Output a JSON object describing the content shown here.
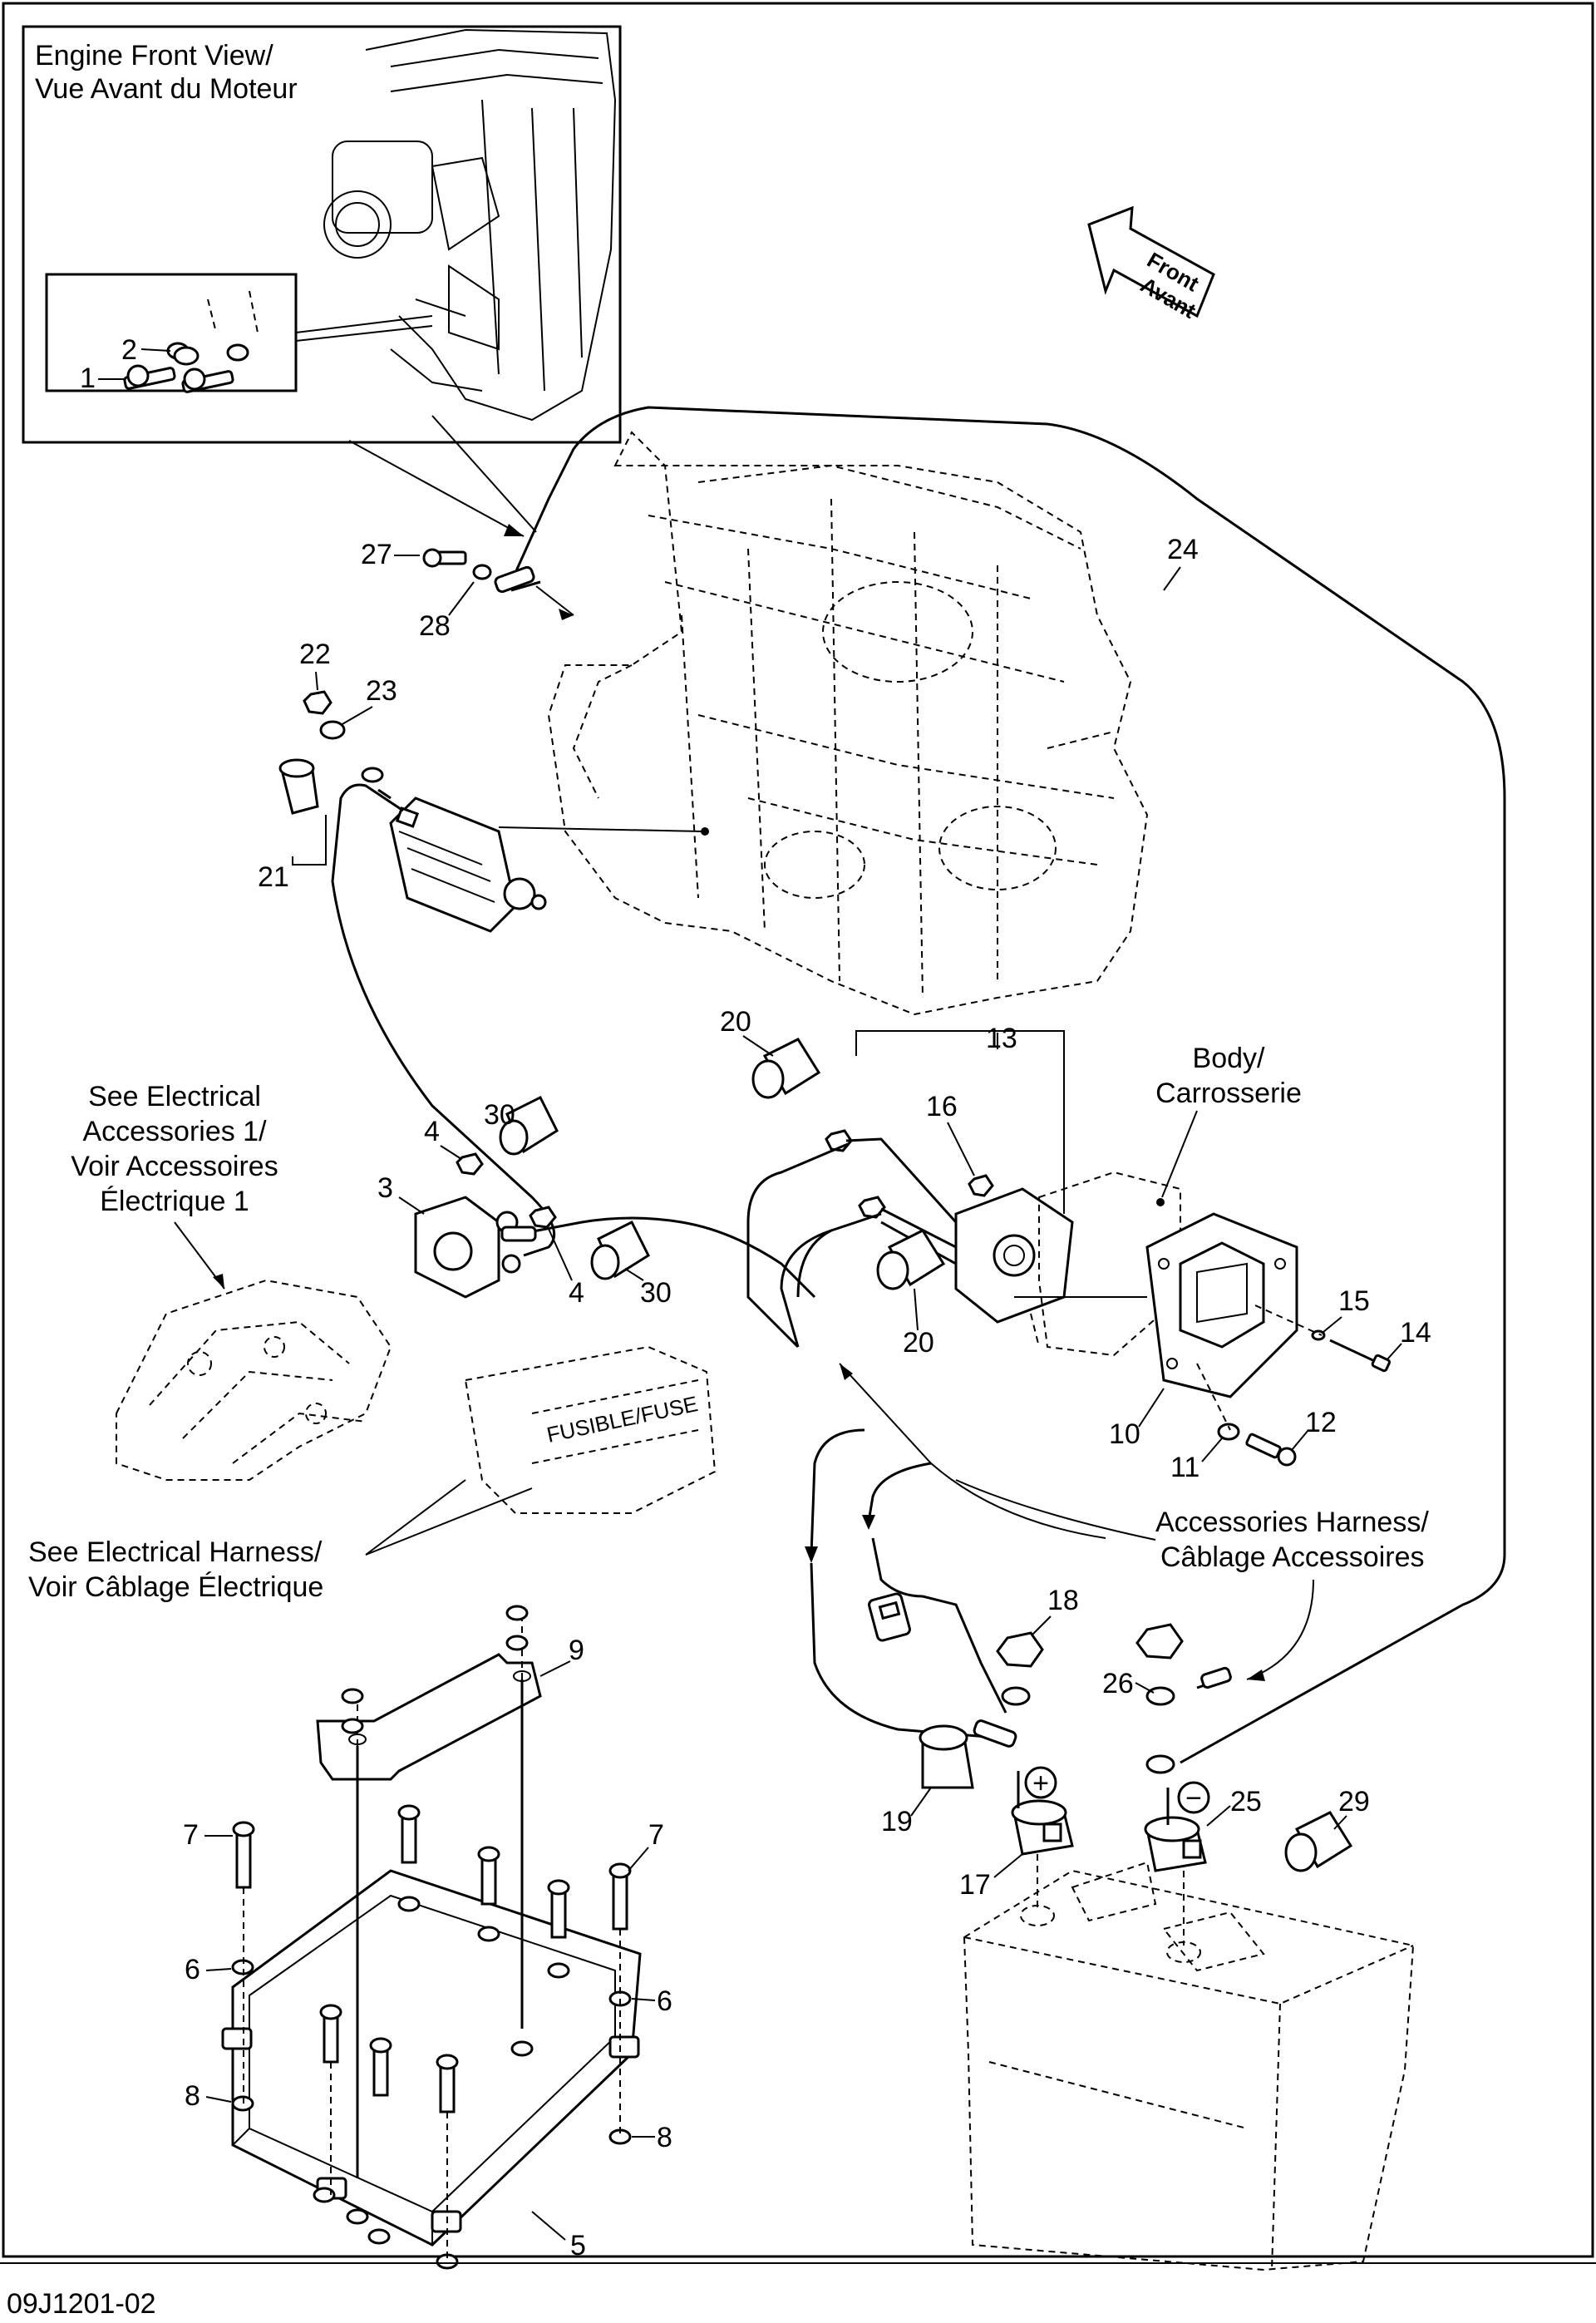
{
  "inset": {
    "title_line1": "Engine Front View/",
    "title_line2": "Vue Avant du Moteur",
    "callouts": [
      "2",
      "1"
    ]
  },
  "front_arrow": {
    "line1": "Front",
    "line2": "Avant"
  },
  "callouts": {
    "c3": "3",
    "c4a": "4",
    "c4b": "4",
    "c5": "5",
    "c6a": "6",
    "c6b": "6",
    "c7a": "7",
    "c7b": "7",
    "c8a": "8",
    "c8b": "8",
    "c9": "9",
    "c10": "10",
    "c11": "11",
    "c12": "12",
    "c13": "13",
    "c14": "14",
    "c15": "15",
    "c16": "16",
    "c17": "17",
    "c18": "18",
    "c19": "19",
    "c20a": "20",
    "c20b": "20",
    "c21": "21",
    "c22": "22",
    "c23": "23",
    "c24": "24",
    "c25": "25",
    "c26": "26",
    "c27": "27",
    "c28": "28",
    "c29": "29",
    "c30a": "30",
    "c30b": "30"
  },
  "notes": {
    "accessories1": [
      "See Electrical",
      "Accessories 1/",
      "Voir Accessoires",
      "Électrique 1"
    ],
    "body": [
      "Body/",
      "Carrosserie"
    ],
    "harness": [
      "See Electrical Harness/",
      "Voir Câblage Électrique"
    ],
    "acc_harness": [
      "Accessories Harness/",
      "Câblage Accessoires"
    ]
  },
  "battery_terminals": {
    "positive": "+",
    "negative": "−"
  },
  "fuse_box_text": "FUSIBLE/FUSE",
  "figure_ref": "09J1201-02"
}
